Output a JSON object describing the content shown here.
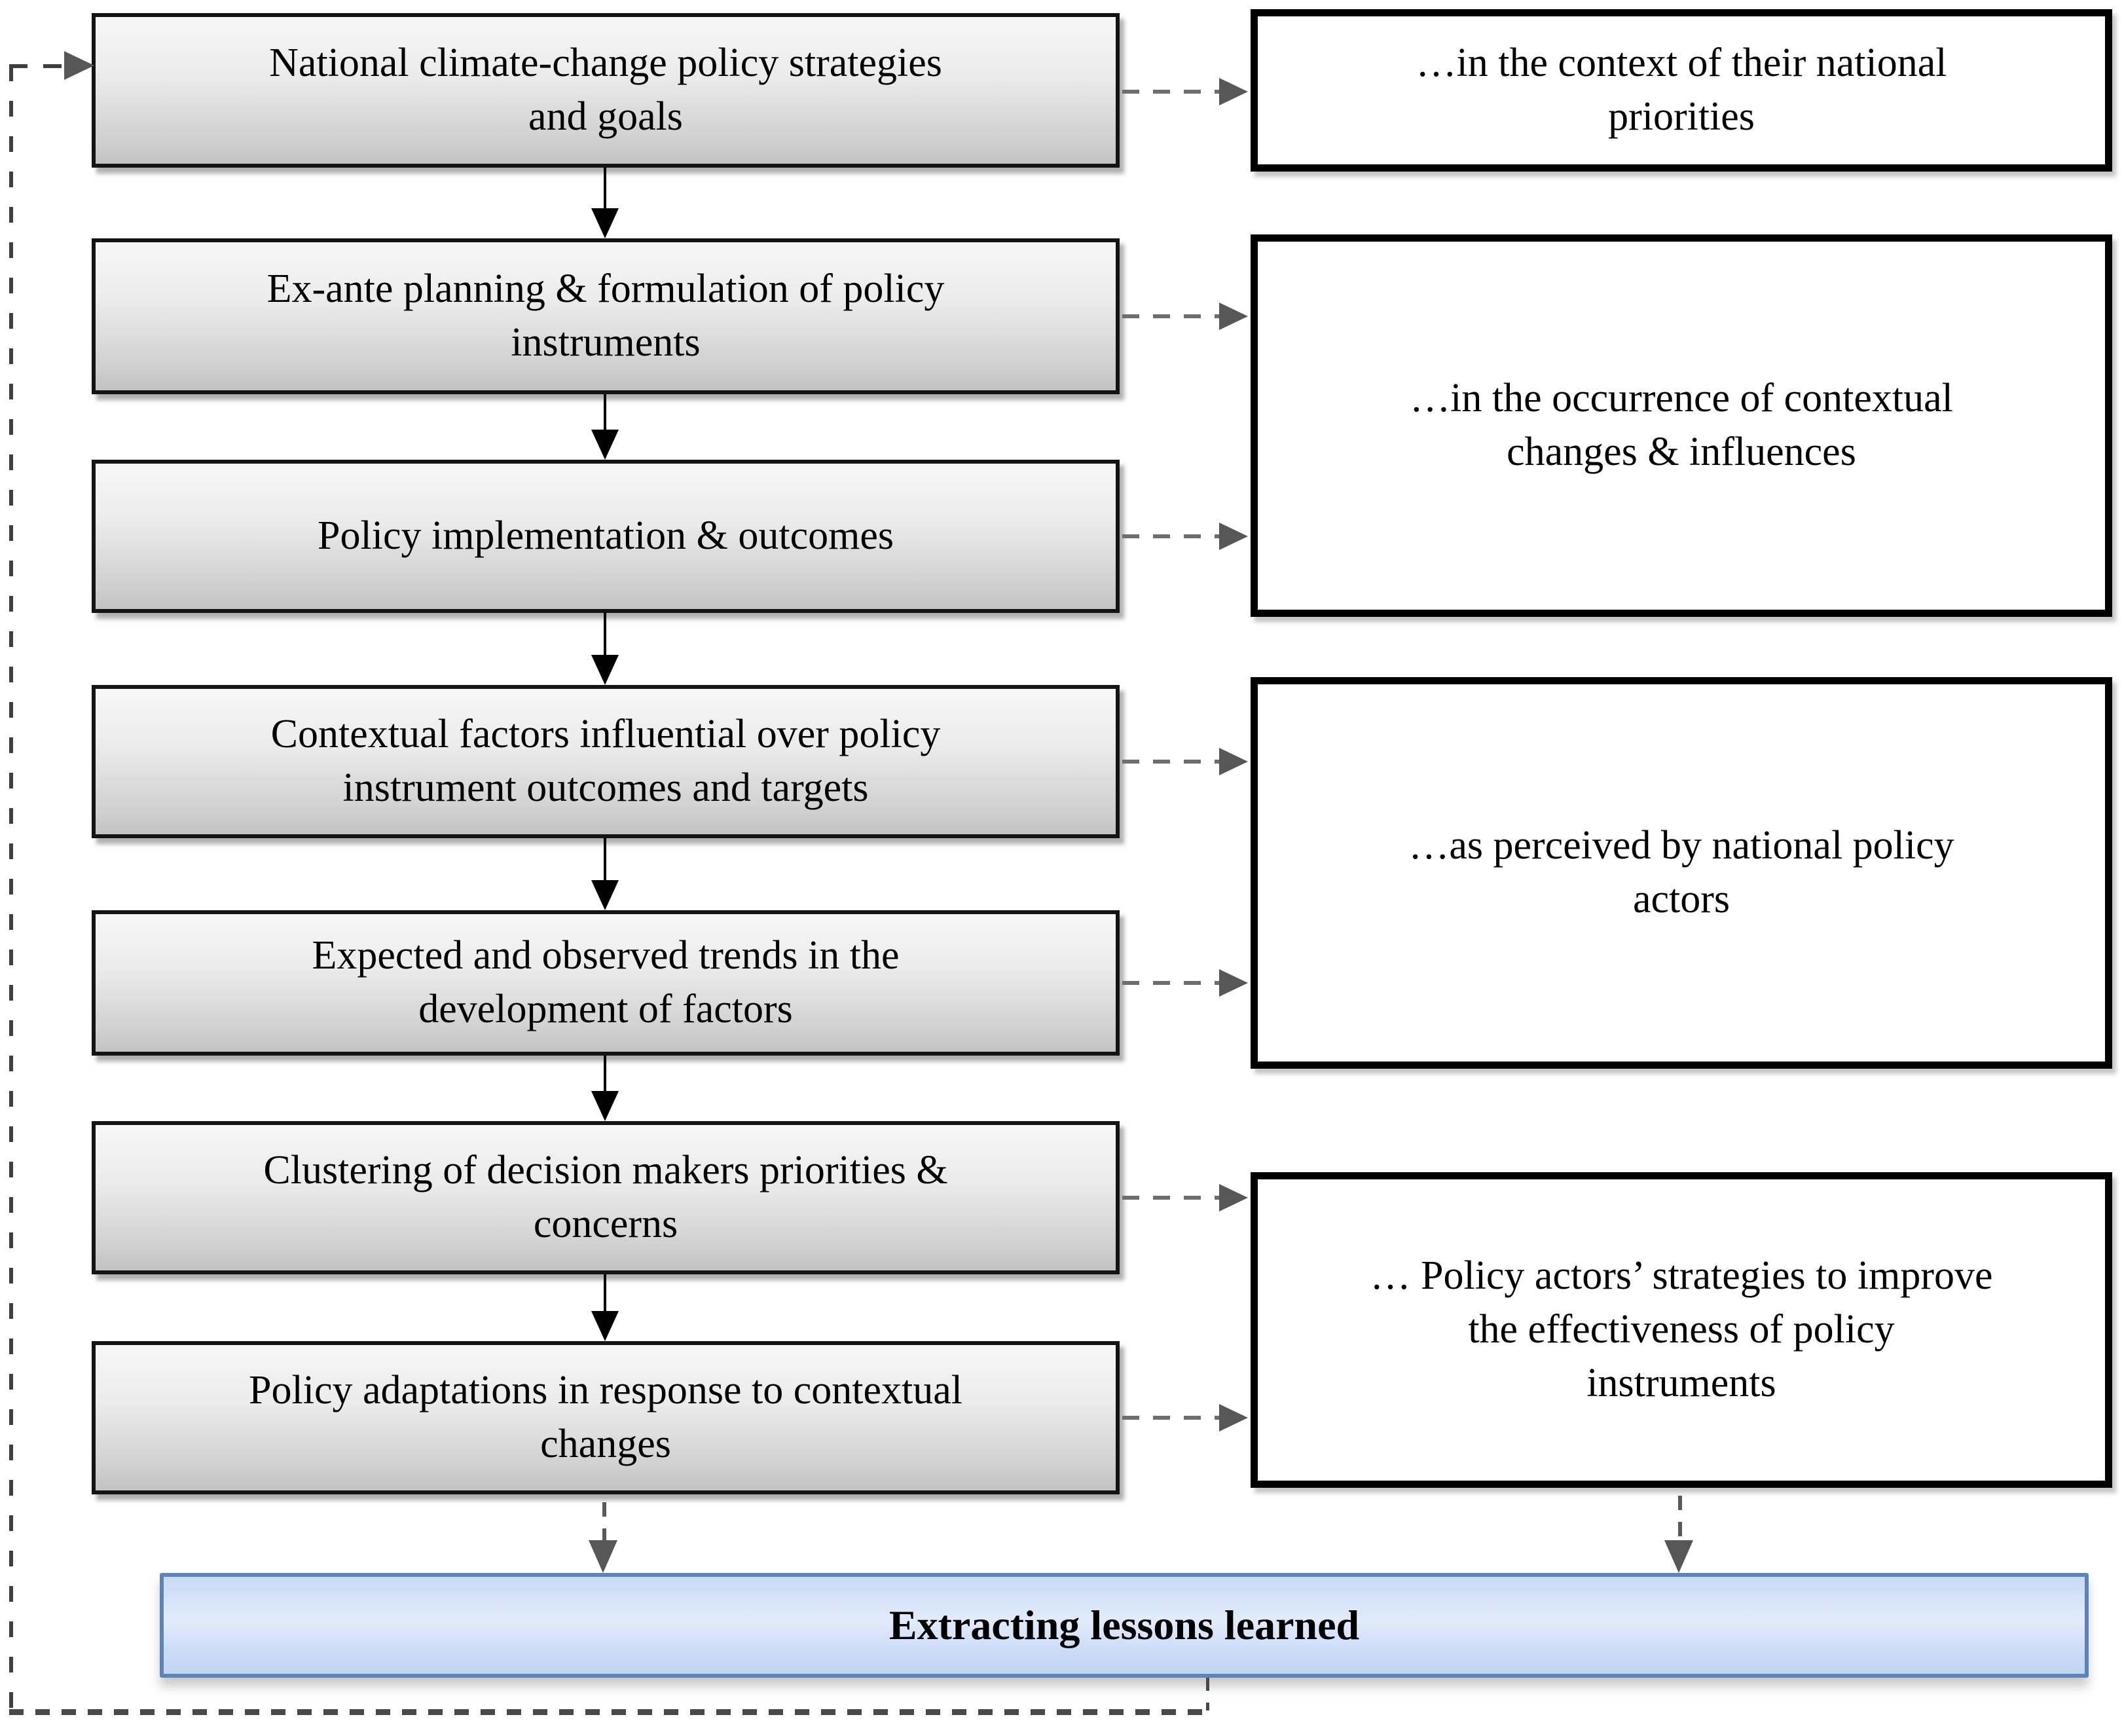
{
  "figure": {
    "process_boxes": [
      {
        "label": "National climate-change policy strategies\nand goals"
      },
      {
        "label": "Ex-ante planning & formulation of policy\ninstruments"
      },
      {
        "label": "Policy implementation & outcomes"
      },
      {
        "label": "Contextual factors influential over policy\ninstrument outcomes and targets"
      },
      {
        "label": "Expected and observed trends in the\ndevelopment of factors"
      },
      {
        "label": "Clustering of decision makers priorities &\nconcerns"
      },
      {
        "label": "Policy adaptations in response to contextual\nchanges"
      }
    ],
    "annotation_boxes": [
      {
        "label": "…in the context of their national\npriorities"
      },
      {
        "label": "…in the occurrence of contextual\nchanges & influences"
      },
      {
        "label": "…as perceived by national policy\nactors"
      },
      {
        "label": "… Policy actors’ strategies to improve\nthe effectiveness of policy\ninstruments"
      }
    ],
    "result_box": {
      "label": "Extracting lessons learned"
    },
    "colors": {
      "process_box_fill_top": "#f7f7f7",
      "process_box_fill_bottom": "#c3c3c3",
      "process_box_border": "#141414",
      "annotation_box_fill": "#ffffff",
      "annotation_box_border": "#000000",
      "result_box_fill": "#ccdcf7",
      "result_box_border": "#5b84b8",
      "solid_arrow": "#000000",
      "dashed_arrow": "#575757",
      "feedback_line": "#3f3f3f",
      "text": "#000000",
      "background": "#ffffff"
    }
  }
}
